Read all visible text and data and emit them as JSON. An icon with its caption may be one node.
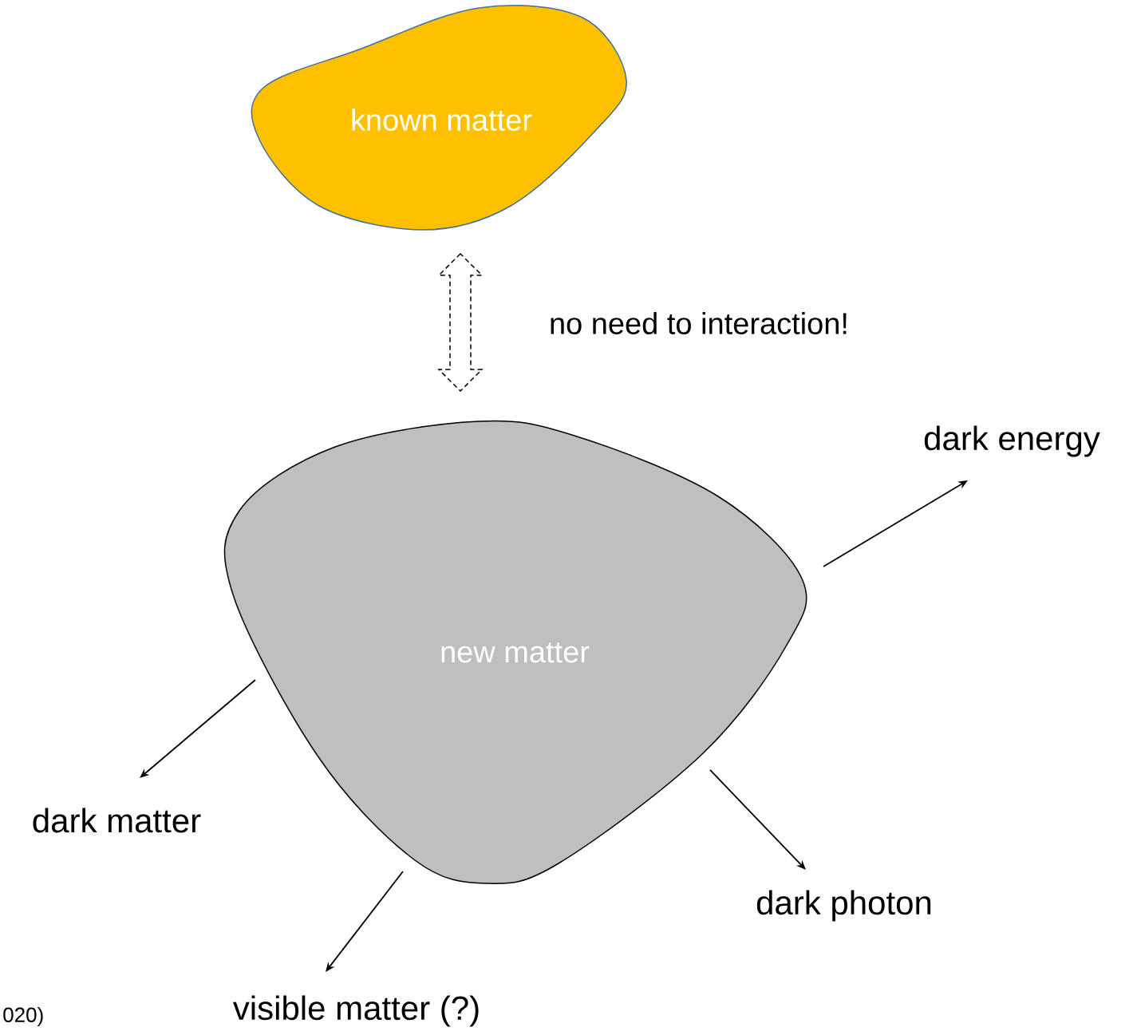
{
  "diagram": {
    "nodes": [
      {
        "text": [
          "known matter"
        ]
      },
      {
        "text": [
          "new matter"
        ]
      },
      {
        "text": [
          "dark energy"
        ]
      },
      {
        "text": [
          "dark matter"
        ]
      },
      {
        "text": [
          "dark photon"
        ]
      },
      {
        "text": [
          "visible matter (?)"
        ]
      }
    ],
    "edges": [
      {
        "from": 0,
        "to": 1,
        "arrow": "both",
        "style": "dashed",
        "label": "no need to interaction!"
      },
      {
        "from": 1,
        "to": 2,
        "arrow": "to"
      },
      {
        "from": 1,
        "to": 3,
        "arrow": "to"
      },
      {
        "from": 1,
        "to": 4,
        "arrow": "to"
      },
      {
        "from": 1,
        "to": 5,
        "arrow": "to"
      }
    ],
    "labels": [
      "020)"
    ]
  }
}
